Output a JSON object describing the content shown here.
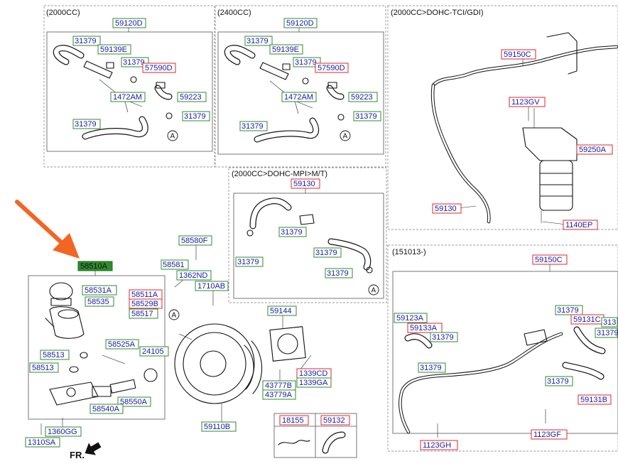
{
  "sections": {
    "s2000": "(2000CC)",
    "s2400": "(2400CC)",
    "tci": "(2000CC>DOHC-TCI/GDI)",
    "mpi": "(2000CC>DOHC-MPI>M/T)",
    "later": "(151013-)"
  },
  "ref_marker": "A",
  "fr_label": "FR.",
  "labels": {
    "l59120D_a": "59120D",
    "l31379_a1": "31379",
    "l59139E_a": "59139E",
    "l31379_a2": "31379",
    "l57590D_a": "57590D",
    "l1472AM_a": "1472AM",
    "l59223_a": "59223",
    "l31379_a3": "31379",
    "l31379_a4": "31379",
    "l59120D_b": "59120D",
    "l31379_b1": "31379",
    "l59139E_b": "59139E",
    "l31379_b2": "31379",
    "l57590D_b": "57590D",
    "l1472AM_b": "1472AM",
    "l59223_b": "59223",
    "l31379_b3": "31379",
    "l31379_b4": "31379",
    "l59150C_c": "59150C",
    "l1123GV": "1123GV",
    "l59250A": "59250A",
    "l59130_c": "59130",
    "l1140EP": "1140EP",
    "l59130_m": "59130",
    "l31379_m1": "31379",
    "l31379_m2": "31379",
    "l31379_m3": "31379",
    "l31379_m4": "31379",
    "l59150C_d": "59150C",
    "l59123A": "59123A",
    "l59133A": "59133A",
    "l31379_d1": "31379",
    "l31379_d2": "31379",
    "l31379_d3": "31379",
    "l59131C": "59131C",
    "l313_d": "313",
    "l31379_d4": "31379",
    "l31379_d5": "31379",
    "l59131B": "59131B",
    "l1123GF": "1123GF",
    "l1123GH": "1123GH",
    "l58510A": "58510A",
    "l58531A": "58531A",
    "l58535": "58535",
    "l58511A": "58511A",
    "l58529B": "58529B",
    "l58517": "58517",
    "l58525A": "58525A",
    "l58513_1": "58513",
    "l58513_2": "58513",
    "l24105": "24105",
    "l58540A": "58540A",
    "l58550A": "58550A",
    "l1360GG": "1360GG",
    "l1310SA": "1310SA",
    "l58580F": "58580F",
    "l58581": "58581",
    "l1362ND": "1362ND",
    "l1710AB": "1710AB",
    "l59144": "59144",
    "l1339CD": "1339CD",
    "l1339GA": "1339GA",
    "l43777B": "43777B",
    "l43779A": "43779A",
    "l59110B": "59110B",
    "l18155": "18155",
    "l59132": "59132"
  },
  "colors": {
    "label_green": "#2e8b2e",
    "label_red": "#e0262b",
    "part_number_text": "#1a1aa8",
    "highlight_fill": "#2e8b2e",
    "arrow": "#f26522"
  }
}
